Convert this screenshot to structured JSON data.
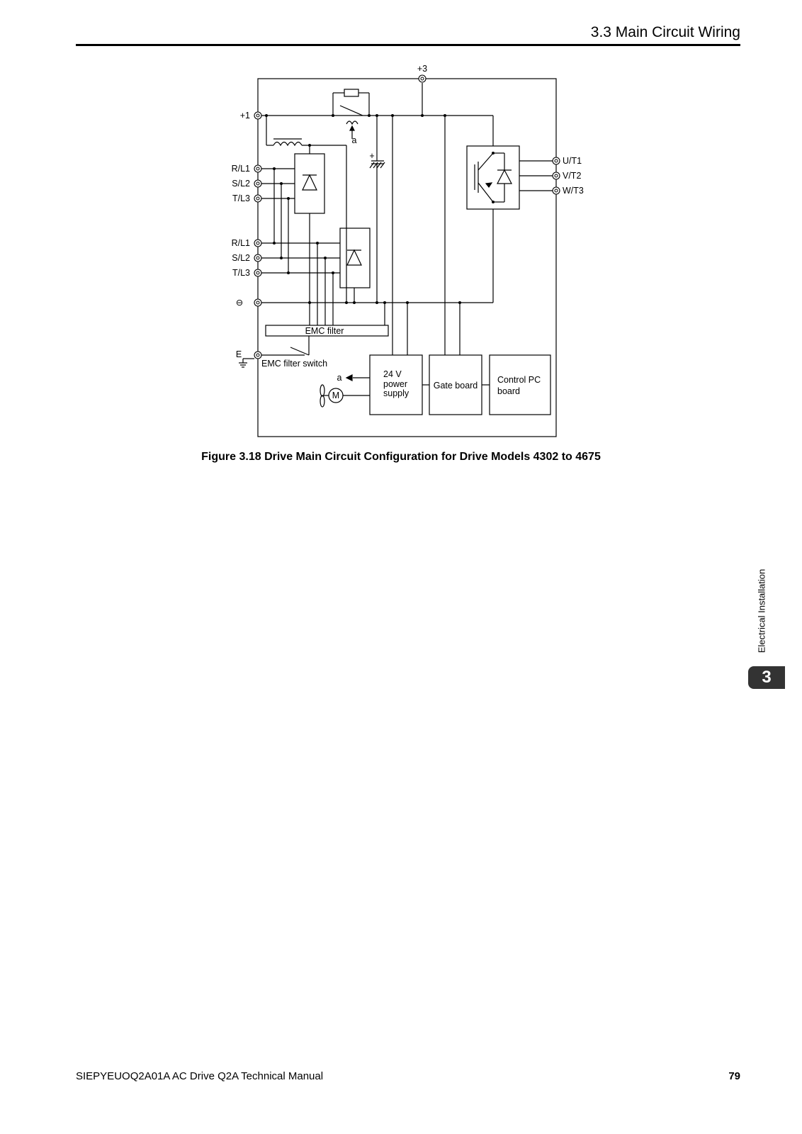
{
  "header": {
    "section_title": "3.3  Main Circuit Wiring"
  },
  "figure": {
    "terminals_left": {
      "plus1": "+1",
      "group1": [
        "R/L1",
        "S/L2",
        "T/L3"
      ],
      "group2": [
        "R/L1",
        "S/L2",
        "T/L3"
      ],
      "minus": "⊖",
      "earth": "E"
    },
    "terminal_top": "+3",
    "terminals_right": [
      "U/T1",
      "V/T2",
      "W/T3"
    ],
    "labels": {
      "relay_a": "a",
      "cap_plus": "+",
      "emc_filter": "EMC filter",
      "emc_switch": "EMC filter switch",
      "fan_a": "a",
      "motor": "M"
    },
    "blocks": {
      "power_supply": [
        "24 V",
        "power",
        "supply"
      ],
      "gate_board": "Gate board",
      "control_board": [
        "Control PC",
        "board"
      ]
    },
    "caption": "Figure 3.18  Drive Main Circuit Configuration for Drive Models 4302 to 4675"
  },
  "side_tab": {
    "label": "Electrical Installation",
    "chapter": "3"
  },
  "footer": {
    "manual": "SIEPYEUOQ2A01A AC Drive Q2A Technical Manual",
    "page": "79"
  }
}
